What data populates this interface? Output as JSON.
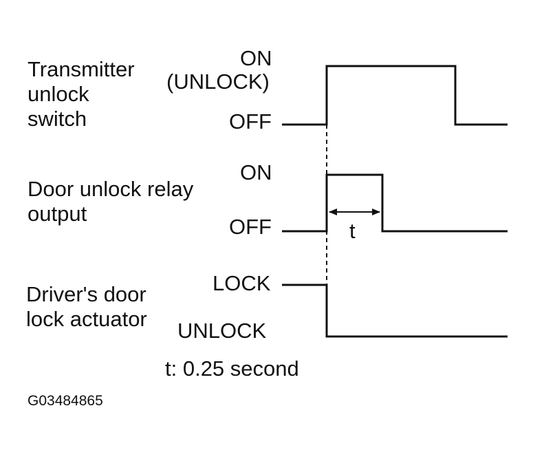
{
  "signals": [
    {
      "name_lines": [
        "Transmitter",
        "unlock",
        "switch"
      ],
      "high_label_lines": [
        "ON",
        "(UNLOCK)"
      ],
      "low_label": "OFF"
    },
    {
      "name_lines": [
        "Door unlock relay",
        "output"
      ],
      "high_label_lines": [
        "ON"
      ],
      "low_label": "OFF"
    },
    {
      "name_lines": [
        "Driver's door",
        "lock actuator"
      ],
      "high_label_lines": [
        "LOCK"
      ],
      "low_label": "UNLOCK"
    }
  ],
  "pulse_label": "t",
  "note": "t: 0.25 second",
  "figure_code": "G03484865"
}
